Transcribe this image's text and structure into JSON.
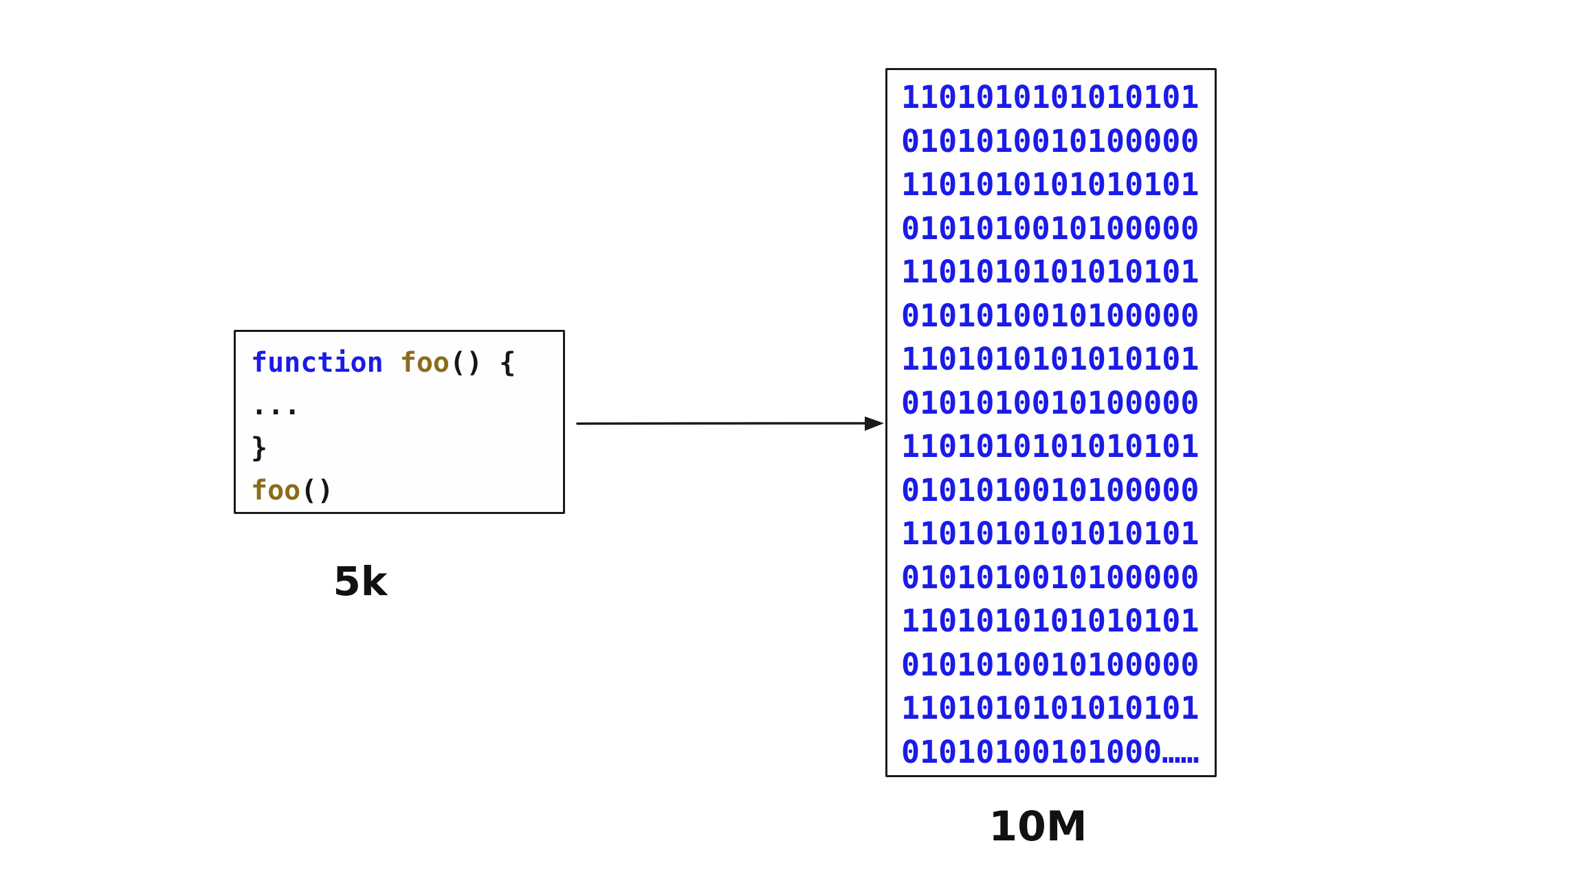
{
  "colors": {
    "blue": "#1b1be8",
    "olive": "#8a6d1b",
    "ink": "#161616"
  },
  "code_box": {
    "label": "5k",
    "lines": [
      [
        {
          "t": "function",
          "c": "blue"
        },
        {
          "t": " ",
          "c": "ink"
        },
        {
          "t": "foo",
          "c": "olive"
        },
        {
          "t": "() {",
          "c": "ink"
        }
      ],
      [
        {
          "t": "...",
          "c": "ink"
        }
      ],
      [
        {
          "t": "}",
          "c": "ink"
        }
      ],
      [
        {
          "t": "foo",
          "c": "olive"
        },
        {
          "t": "()",
          "c": "ink"
        }
      ]
    ]
  },
  "binary_box": {
    "label": "10M",
    "lines": [
      "1101010101010101",
      "0101010010100000",
      "1101010101010101",
      "0101010010100000",
      "1101010101010101",
      "0101010010100000",
      "1101010101010101",
      "0101010010100000",
      "1101010101010101",
      "0101010010100000",
      "1101010101010101",
      "0101010010100000",
      "1101010101010101",
      "0101010010100000",
      "1101010101010101",
      "01010100101000……"
    ]
  }
}
